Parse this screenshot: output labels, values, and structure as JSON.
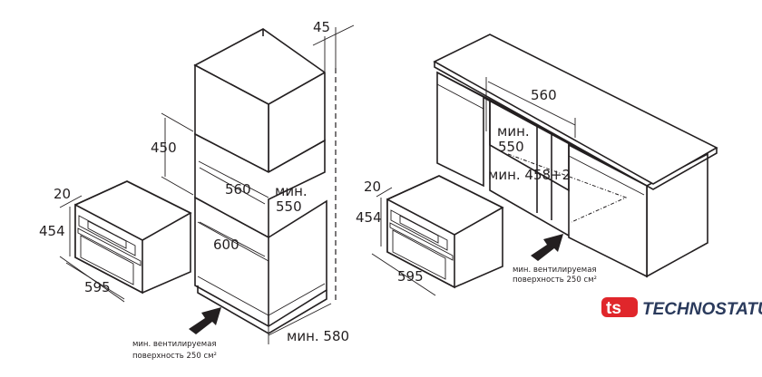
{
  "left_drawing": {
    "oven_dims": {
      "depth_front": "20",
      "height": "454",
      "width": "595"
    },
    "cabinet_dims": {
      "top_depth": "45",
      "niche_height": "450",
      "niche_width": "560",
      "niche_min_depth_label": "мин.",
      "niche_min_depth": "550",
      "outer_width": "600",
      "min_depth": "мин. 580"
    },
    "vent_note_line1": "мин. вентилируемая",
    "vent_note_line2": "поверхность 250 см²"
  },
  "right_drawing": {
    "oven_dims": {
      "depth_front": "20",
      "height": "454",
      "width": "595"
    },
    "niche_dims": {
      "width": "560",
      "min_depth_label": "мин.",
      "min_depth": "550",
      "min_height": "мин. 458+2"
    },
    "vent_note_line1": "мин. вентилируемая",
    "vent_note_line2": "поверхность 250 см²"
  },
  "logo": {
    "mark": "ts",
    "name": "TECHNOSTATUS",
    "red": "#e0262b",
    "blue": "#2a3a5c"
  }
}
